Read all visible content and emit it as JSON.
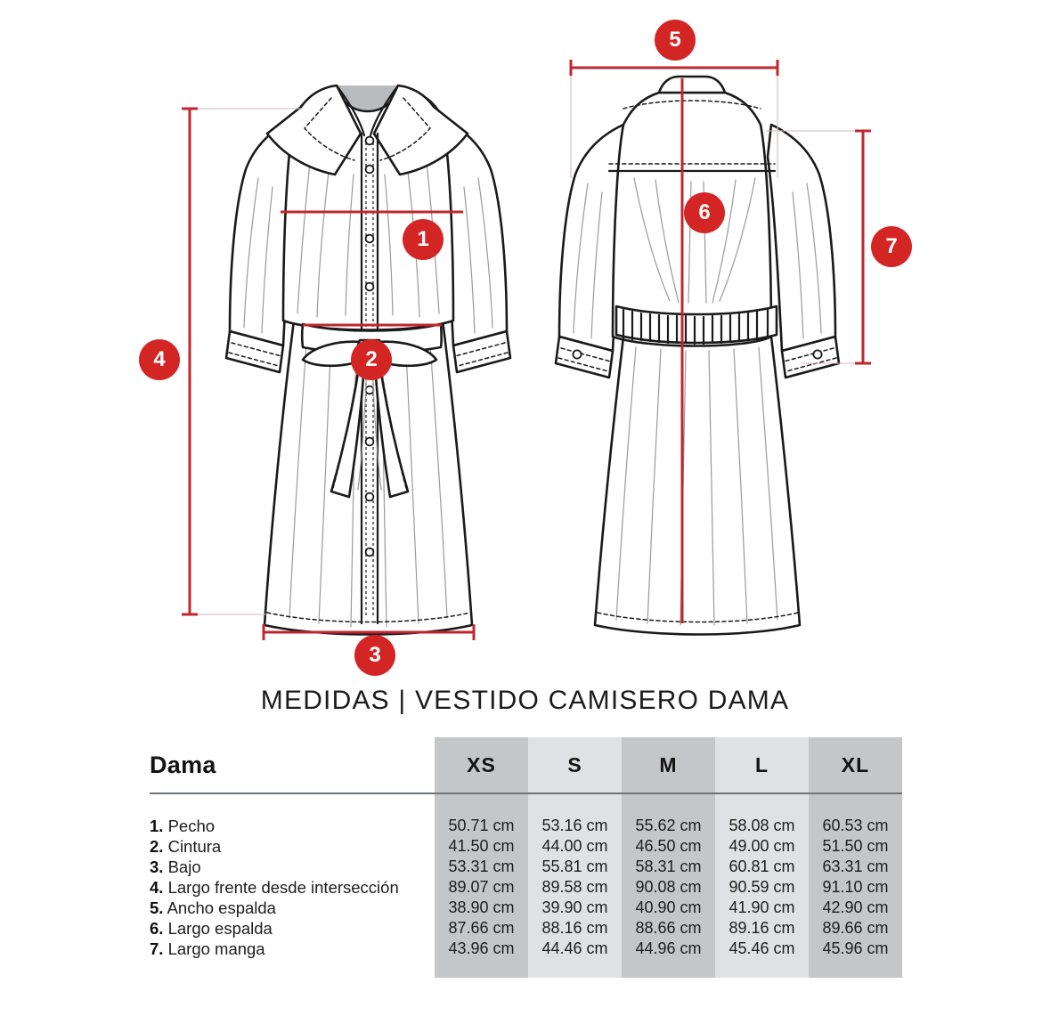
{
  "title": "MEDIDAS | VESTIDO CAMISERO DAMA",
  "brand_label": "Dama",
  "markers": [
    {
      "id": "1",
      "label": "1"
    },
    {
      "id": "2",
      "label": "2"
    },
    {
      "id": "3",
      "label": "3"
    },
    {
      "id": "4",
      "label": "4"
    },
    {
      "id": "5",
      "label": "5"
    },
    {
      "id": "6",
      "label": "6"
    },
    {
      "id": "7",
      "label": "7"
    }
  ],
  "colors": {
    "marker_red": "#d42525",
    "dimension_red": "#c0272d",
    "band_dark": "#c3c7c9",
    "band_light": "#dfe2e4",
    "rule_gray": "#6e7477",
    "outline": "#1a1a1a"
  },
  "illustration": {
    "front_view_name": "vestido-camisero-front",
    "back_view_name": "vestido-camisero-back"
  },
  "table": {
    "size_headers": [
      "XS",
      "S",
      "M",
      "L",
      "XL"
    ],
    "rows": [
      {
        "num": "1.",
        "label": "Pecho",
        "values": [
          "50.71 cm",
          "53.16 cm",
          "55.62 cm",
          "58.08 cm",
          "60.53 cm"
        ]
      },
      {
        "num": "2.",
        "label": "Cintura",
        "values": [
          "41.50 cm",
          "44.00 cm",
          "46.50 cm",
          "49.00 cm",
          "51.50 cm"
        ]
      },
      {
        "num": "3.",
        "label": "Bajo",
        "values": [
          "53.31 cm",
          "55.81 cm",
          "58.31 cm",
          "60.81 cm",
          "63.31 cm"
        ]
      },
      {
        "num": "4.",
        "label": "Largo frente desde intersección",
        "values": [
          "89.07 cm",
          "89.58 cm",
          "90.08 cm",
          "90.59 cm",
          "91.10 cm"
        ]
      },
      {
        "num": "5.",
        "label": "Ancho espalda",
        "values": [
          "38.90 cm",
          "39.90 cm",
          "40.90 cm",
          "41.90 cm",
          "42.90 cm"
        ]
      },
      {
        "num": "6.",
        "label": "Largo espalda",
        "values": [
          "87.66 cm",
          "88.16 cm",
          "88.66 cm",
          "89.16 cm",
          "89.66 cm"
        ]
      },
      {
        "num": "7.",
        "label": "Largo manga",
        "values": [
          "43.96 cm",
          "44.46 cm",
          "44.96 cm",
          "45.46 cm",
          "45.96 cm"
        ]
      }
    ]
  }
}
